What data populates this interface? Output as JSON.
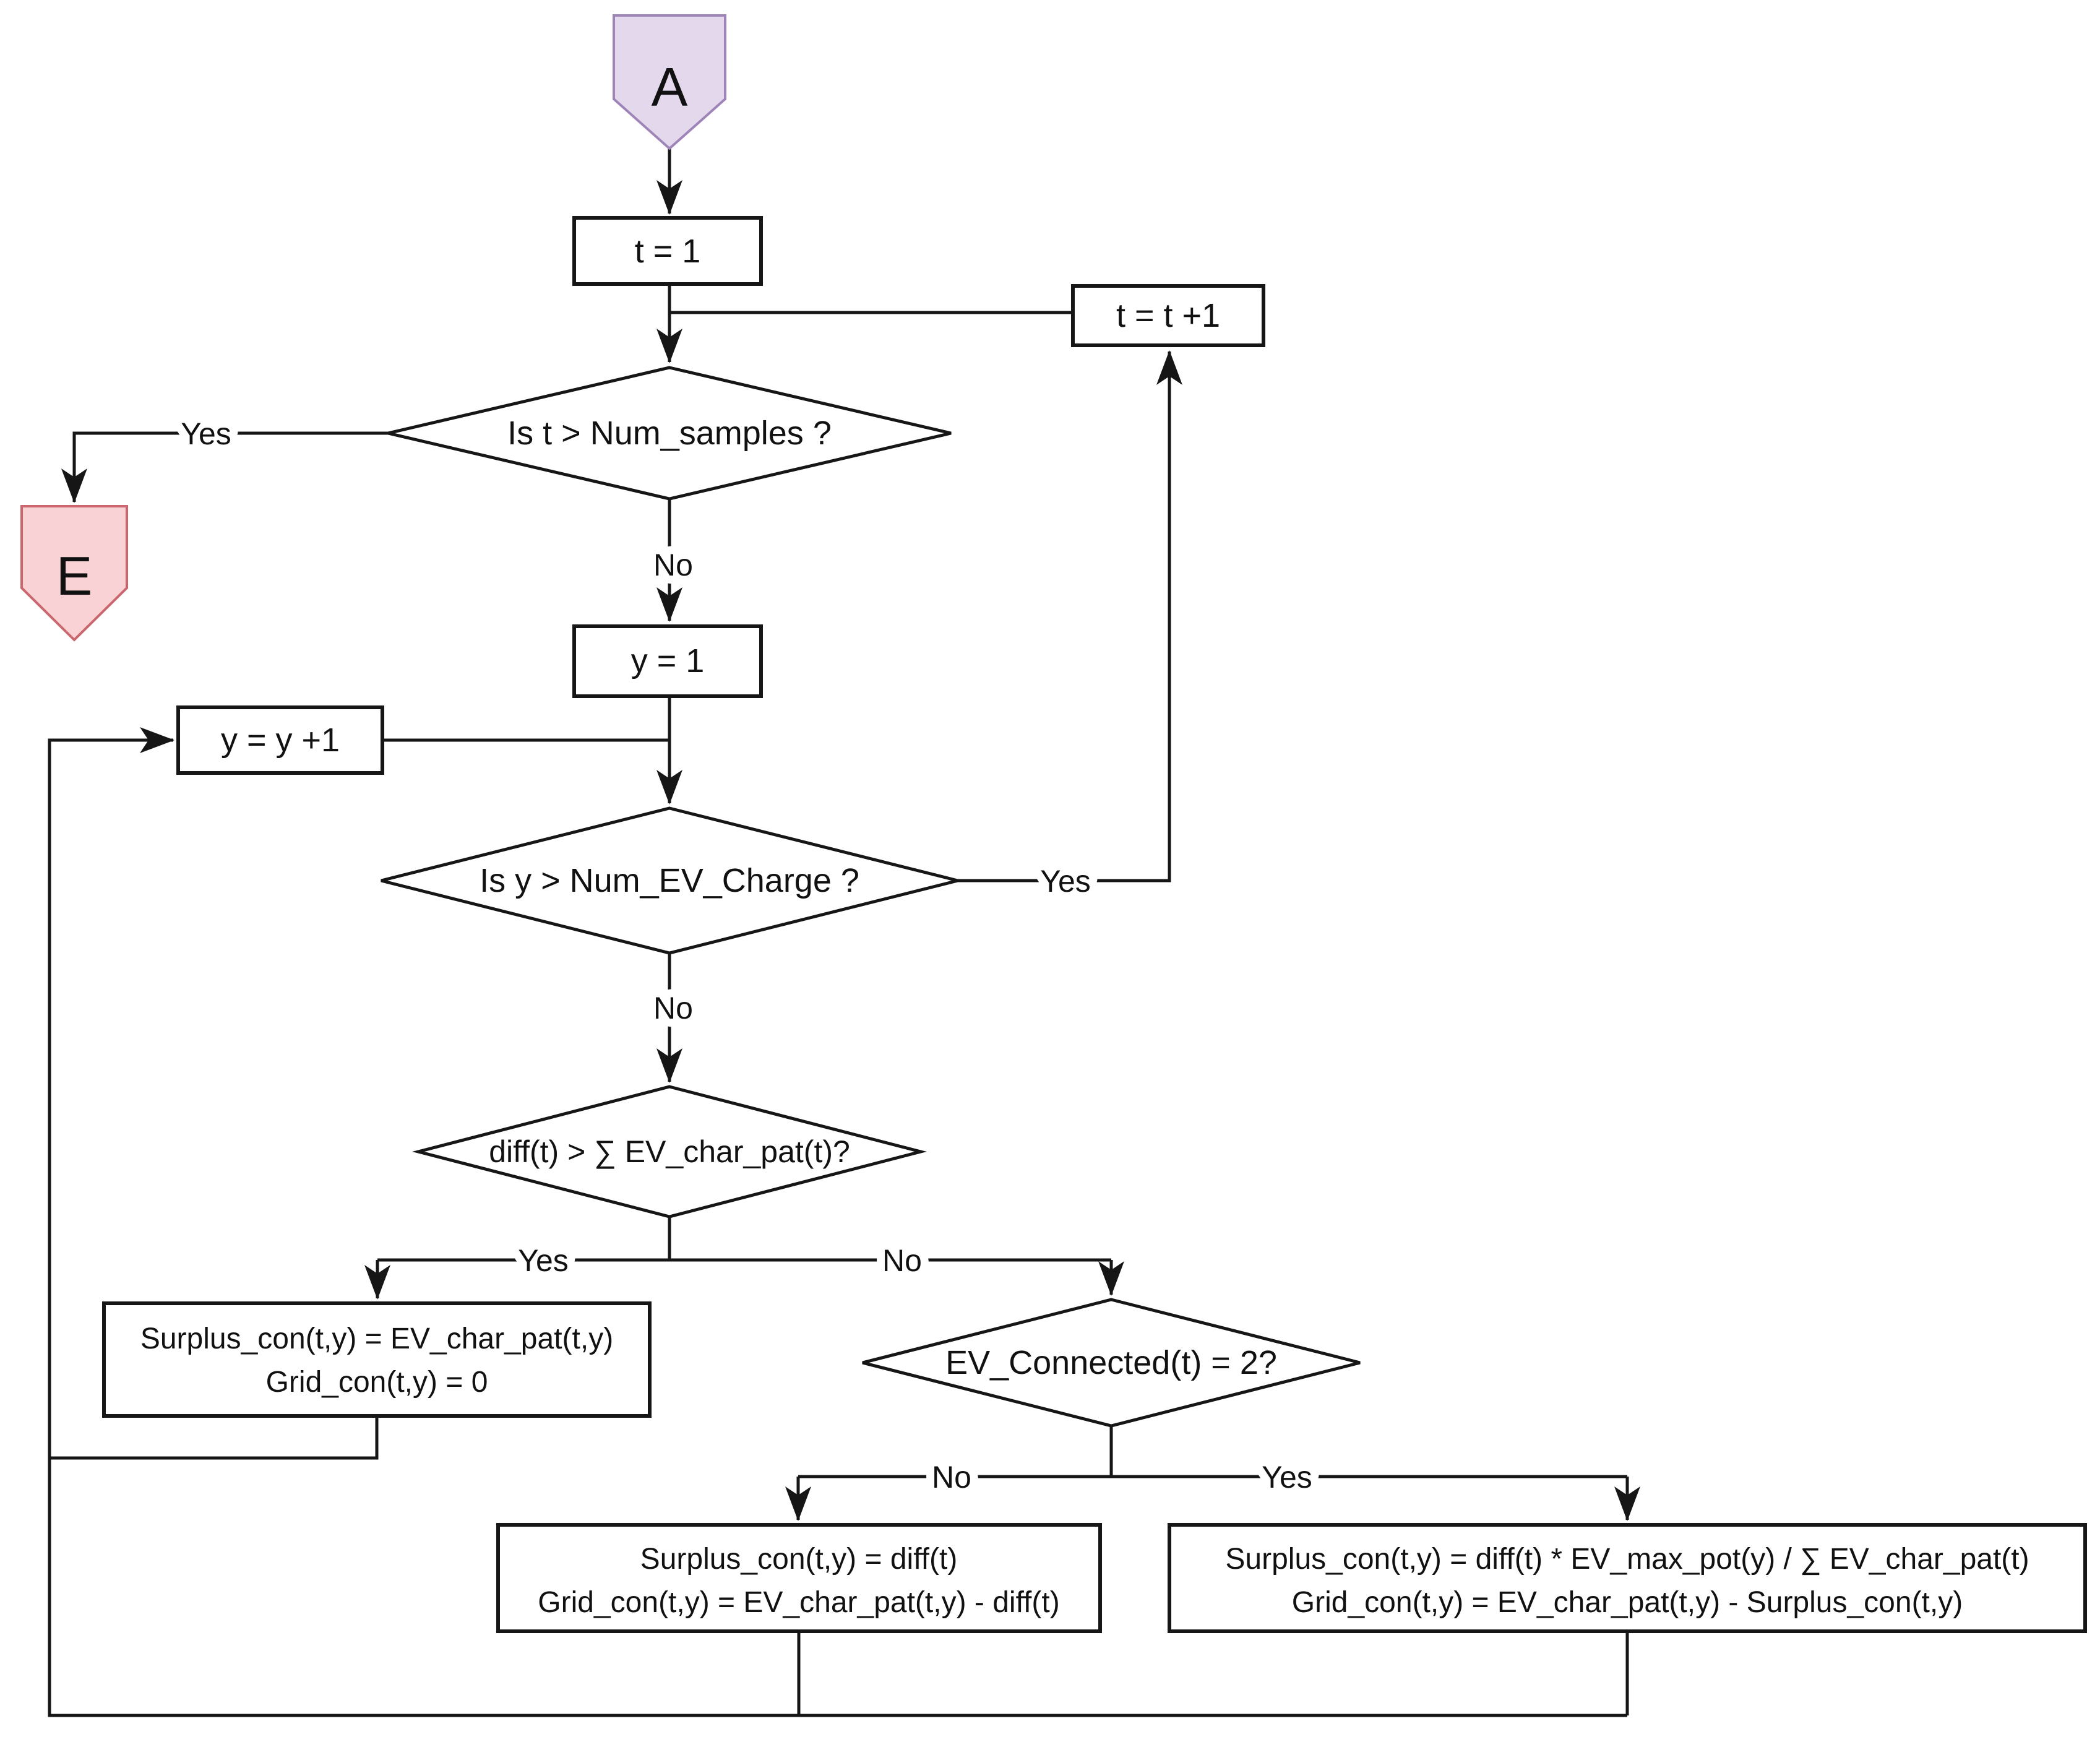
{
  "diagram": {
    "kind": "flowchart",
    "description": "EV charging surplus/grid allocation loop over time samples t and EV chargers y"
  },
  "colors": {
    "background": "#ffffff",
    "line": "#161616",
    "text": "#111111",
    "start_fill": "#e4d9ec",
    "start_stroke": "#9f84b8",
    "end_fill": "#f8d2d4",
    "end_stroke": "#c9666e",
    "node_fill": "#ffffff"
  },
  "nodes": {
    "start": {
      "label": "A"
    },
    "end": {
      "label": "E"
    },
    "t_init": {
      "label": "t = 1"
    },
    "t_inc": {
      "label": "t = t +1"
    },
    "check_t": {
      "label": "Is t > Num_samples ?"
    },
    "y_init": {
      "label": "y = 1"
    },
    "y_inc": {
      "label": "y = y +1"
    },
    "check_y": {
      "label": "Is y > Num_EV_Charge ?"
    },
    "check_diff": {
      "label": "diff(t) > ∑ EV_char_pat(t)?"
    },
    "check_connected": {
      "label": "EV_Connected(t) = 2?"
    },
    "assign_full": {
      "line1": "Surplus_con(t,y) = EV_char_pat(t,y)",
      "line2": "Grid_con(t,y) = 0"
    },
    "assign_diff": {
      "line1": "Surplus_con(t,y) = diff(t)",
      "line2": "Grid_con(t,y) = EV_char_pat(t,y) - diff(t)"
    },
    "assign_prop": {
      "line1": "Surplus_con(t,y) = diff(t) * EV_max_pot(y) / ∑ EV_char_pat(t)",
      "line2": "Grid_con(t,y) = EV_char_pat(t,y) - Surplus_con(t,y)"
    }
  },
  "edge_labels": {
    "check_t_yes": "Yes",
    "check_t_no": "No",
    "check_y_yes": "Yes",
    "check_y_no": "No",
    "check_diff_yes": "Yes",
    "check_diff_no": "No",
    "check_connected_no": "No",
    "check_connected_yes": "Yes"
  }
}
